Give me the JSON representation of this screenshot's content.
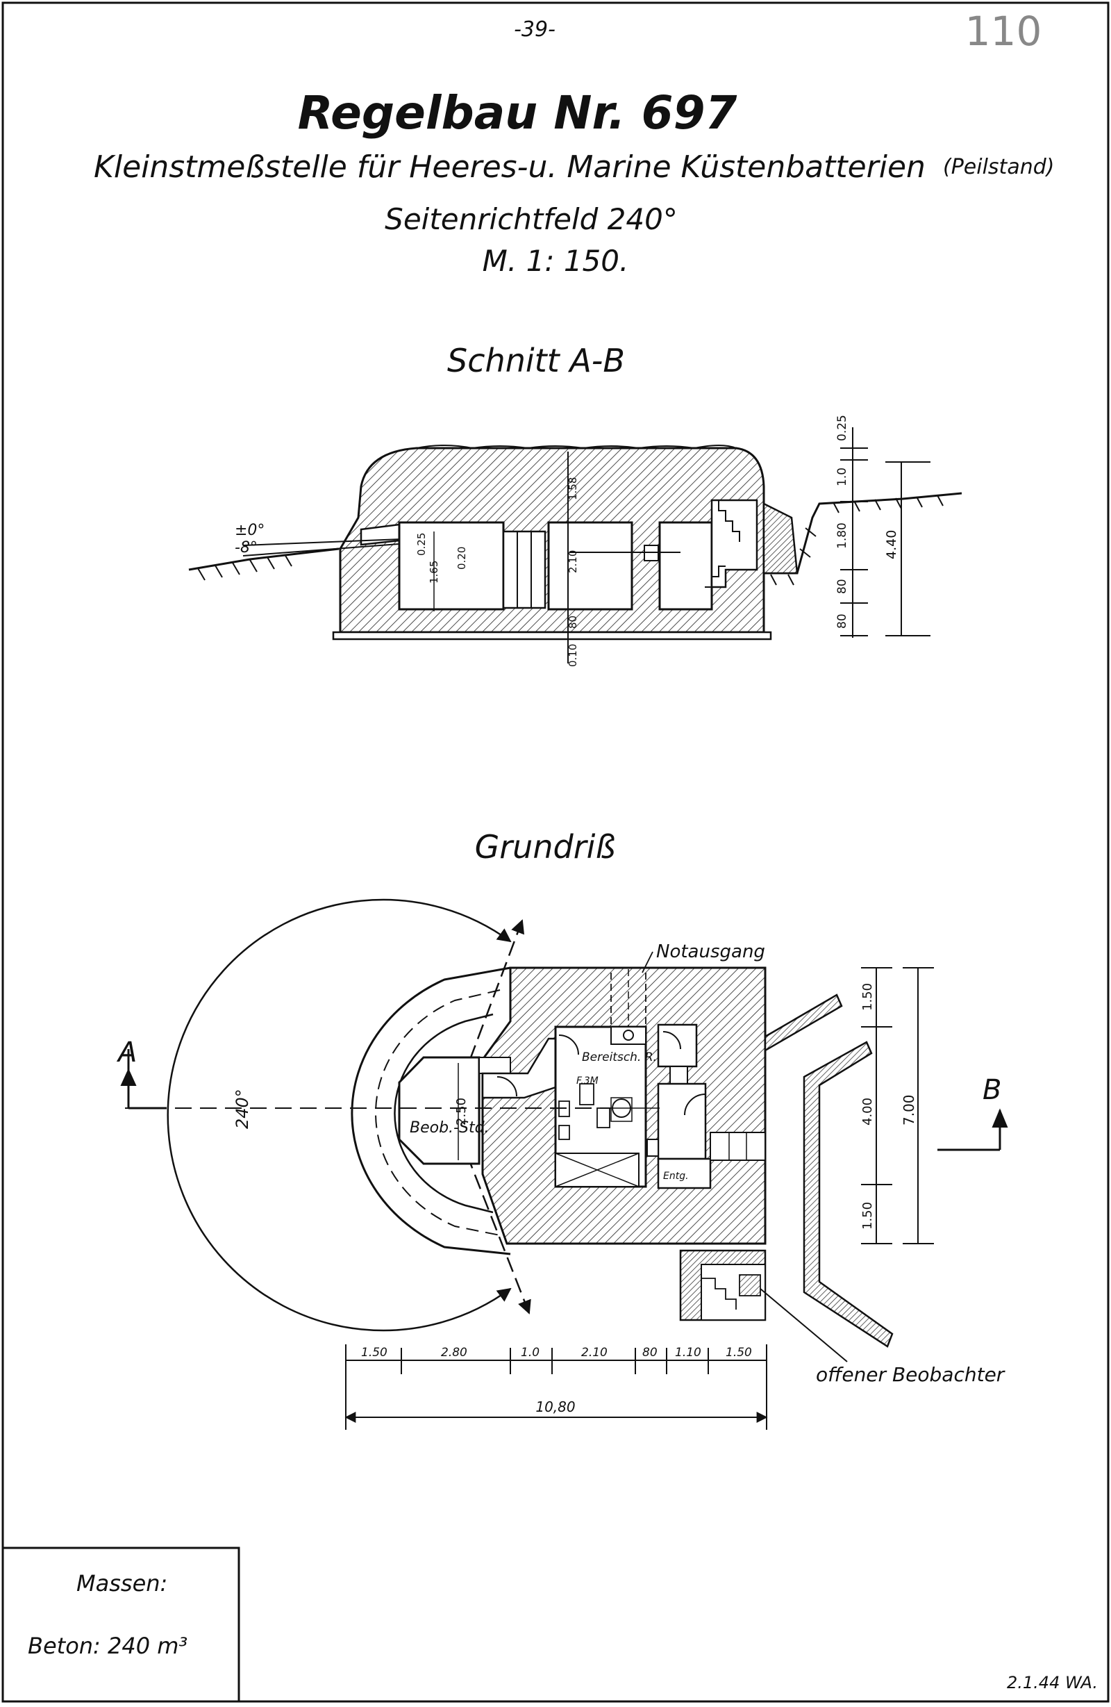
{
  "header": {
    "page_number": "-39-",
    "stamp_number": "110",
    "title": "Regelbau Nr. 697",
    "subtitle_main": "Kleinstmeßstelle für Heeres-u. Marine Küstenbatterien",
    "subtitle_note": "(Peilstand)",
    "field_of_fire": "Seitenrichtfeld 240°",
    "scale": "M. 1: 150."
  },
  "section": {
    "heading": "Schnitt A-B",
    "angle_top": "±0°",
    "angle_bottom": "-8°",
    "dims_inner": [
      "0.25",
      "1.65",
      "0.20",
      "1.58",
      "2.10",
      "80",
      "0.10"
    ],
    "dims_right": [
      "0.25",
      "1.0",
      "1.80",
      "80",
      "80",
      "4.40"
    ]
  },
  "plan": {
    "heading": "Grundriß",
    "label_a": "A",
    "label_b": "B",
    "angle_label": "240°",
    "emergency_exit": "Notausgang",
    "room_observer": "Beob.-Std.",
    "room_observer_dim": "2.50",
    "room_standby": "Bereitsch. R.",
    "room_standby_sub": "F.3M",
    "room_vent": "Entg.",
    "open_observer": "offener Beobachter",
    "dims_right": [
      "1.50",
      "4.00",
      "1.50",
      "7.00"
    ],
    "dims_bottom": [
      "1.50",
      "2.80",
      "1.0",
      "2.10",
      "80",
      "1.10",
      "1.50"
    ],
    "dim_total": "10,80"
  },
  "quantities": {
    "heading": "Massen:",
    "concrete": "Beton:  240 m³"
  },
  "footer": {
    "date": "2.1.44 WA."
  }
}
